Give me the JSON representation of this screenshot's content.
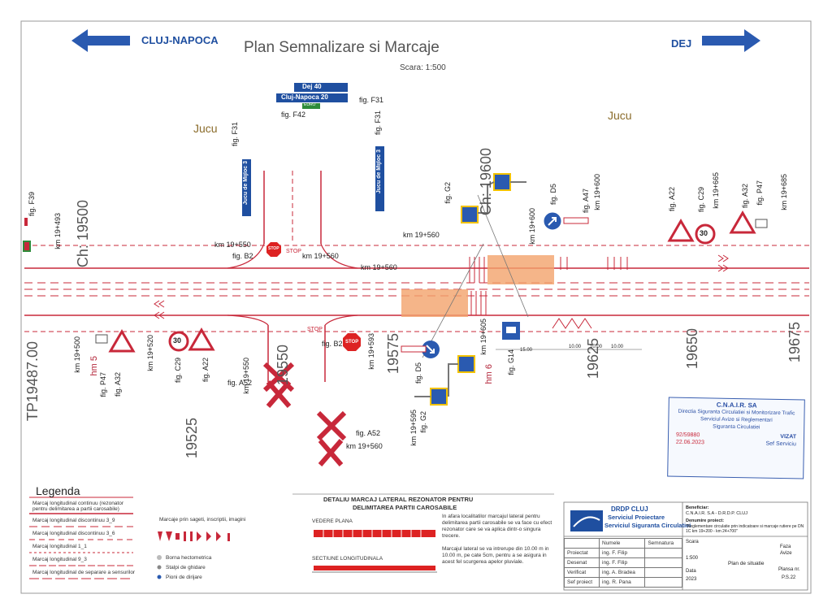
{
  "header": {
    "title": "Plan Semnalizare si Marcaje",
    "scale": "Scara: 1:500",
    "left_direction": "CLUJ-NAPOCA",
    "right_direction": "DEJ"
  },
  "places": {
    "left": "Jucu",
    "right": "Jucu"
  },
  "chainage": {
    "ch_19500": "Ch: 19500",
    "ch_19600": "Ch: 19600",
    "tp": "TP19487.00",
    "n19525": "19525",
    "n19550": "19550",
    "n19575": "19575",
    "n19625": "19625",
    "n19650": "19650",
    "n19675": "19675",
    "hm5": "hm 5",
    "hm6": "hm 6"
  },
  "signs": {
    "dej": "Dej",
    "dej_km": "40",
    "cluj": "Cluj-Napoca",
    "cluj_km": "20",
    "euro": "EURO",
    "jucu_mijloc_1": "Jucu de Mijloc",
    "jucu_mijloc_1_km": "3",
    "jucu_mijloc_2": "Jucu de Mijloc",
    "jucu_mijloc_2_km": "3",
    "speed": "30",
    "speed2": "30",
    "stop": "STOP",
    "stop2": "STOP",
    "stop_mark1": "STOP",
    "stop_mark2": "STOP"
  },
  "labels": {
    "f42": "fig. F42",
    "f31a": "fig. F31",
    "f31b": "fig. F31",
    "f31c": "fig. F31",
    "f39": "fig. F39",
    "km19493": "km 19+493",
    "km19550a": "km 19+550",
    "b2a": "fig. B2",
    "km19560a": "km 19+560",
    "km19560b": "km 19+560",
    "km19560c": "km 19+560",
    "g2a": "fig. G2",
    "d5a": "fig. D5",
    "km19600a": "km 19+600",
    "a47": "fig. A47",
    "km19600b": "km 19+600",
    "a22a": "fig. A22",
    "c29a": "fig. C29",
    "km19665": "km 19+665",
    "a32a": "fig. A32",
    "p47a": "fig. P47",
    "km19685": "km 19+685",
    "km19500": "km 19+500",
    "km19520": "km 19+520",
    "km19550b": "km 19+550",
    "b2b": "fig. B2",
    "km19593": "km 19+593",
    "km19605": "km 19+605",
    "g14": "fig. G14",
    "a32b": "fig. A32",
    "p47b": "fig. P47",
    "c29b": "fig. C29",
    "a22b": "fig. A22",
    "a52a": "fig. A52",
    "d5b": "fig. D5",
    "g2b": "fig. G2",
    "km19595": "km 19+595",
    "a52b": "fig. A52",
    "km19560d": "km 19+560",
    "d15": "15.00",
    "d10a": "10.00",
    "d10b": "10.00",
    "d10c": "10.00"
  },
  "legend": {
    "title": "Legenda",
    "items": [
      "Marcaj longitudinal continuu (rezonator pentru delimitarea a partii carosabile)",
      "Marcaj longitudinal discontinuu 3_9",
      "Marcaj longitudinal discontinuu 3_6",
      "Marcaj longitudinal 1_1",
      "Marcaj longitudinal 9_3",
      "Marcaj longitudinal de separare a sensurilor"
    ],
    "arrows": "Marcaje prin sageti, inscriptii, imagini",
    "borna": "Borna hectometrica",
    "stalpi": "Stalpi de ghidare",
    "pioni": "Pioni de dirijare"
  },
  "detail": {
    "title1": "DETALIU MARCAJ LATERAL REZONATOR PENTRU",
    "title2": "DELIMITAREA PARTII CAROSABILE",
    "plan": "VEDERE PLANA",
    "section": "SECTIUNE LONGITUDINALA",
    "text1": "In afara localitatilor marcajul lateral pentru delimitarea partii carosabile se va face cu efect rezonator care se va aplica dintr-o singura trecere.",
    "text2": "Marcajul lateral se va intrerupe din 10.00 m in 10.00 m, pe cate 5cm, pentru a se asigura in acest fel scurgerea apelor pluviale."
  },
  "title_block": {
    "org1": "DRDP CLUJ",
    "org2": "Serviciul Proiectare",
    "org3": "Serviciul Siguranta Circulatiei",
    "beneficiar_label": "Beneficiar:",
    "beneficiar": "C.N.A.I.R. S.A - D.R.D.P. CLUJ",
    "proiect_label": "Denumire proiect:",
    "proiect": "\"Reglementare circulatie prin indicatoare si marcaje rutiere pe DN 1C km 19+200 - km 24+700\"",
    "col_nume": "Numele",
    "col_semn": "Semnatura",
    "rows": [
      {
        "role": "Proiectat",
        "name": "ing. F. Filip"
      },
      {
        "role": "Desenat",
        "name": "ing. F. Filip"
      },
      {
        "role": "Verificat",
        "name": "ing. A. Bradea"
      },
      {
        "role": "Sef proiect",
        "name": "ing. R. Pana"
      }
    ],
    "scara_label": "Scara",
    "scara": "1:500",
    "data_label": "Data",
    "data": "2023",
    "plan": "Plan de situatie",
    "faza_label": "Faza",
    "faza": "Avize",
    "plansa_label": "Plansa nr.",
    "plansa": "P.S.22"
  },
  "stamp": {
    "l1": "C.N.A.I.R. SA",
    "l2": "Directia Siguranta Circulatiei si Monitorizare Trafic",
    "l3": "Serviciul Avize si Reglementari",
    "l4": "Siguranta Circulatiei",
    "num": "92/59880",
    "vizat": "VIZAT",
    "date": "22.06.2023",
    "sef": "Sef Serviciu"
  },
  "colors": {
    "arrow_blue": "#2a5ab0",
    "lane_red": "#c8283a",
    "crossing_orange": "#f2a36b",
    "sign_blue": "#1f4fa0"
  }
}
